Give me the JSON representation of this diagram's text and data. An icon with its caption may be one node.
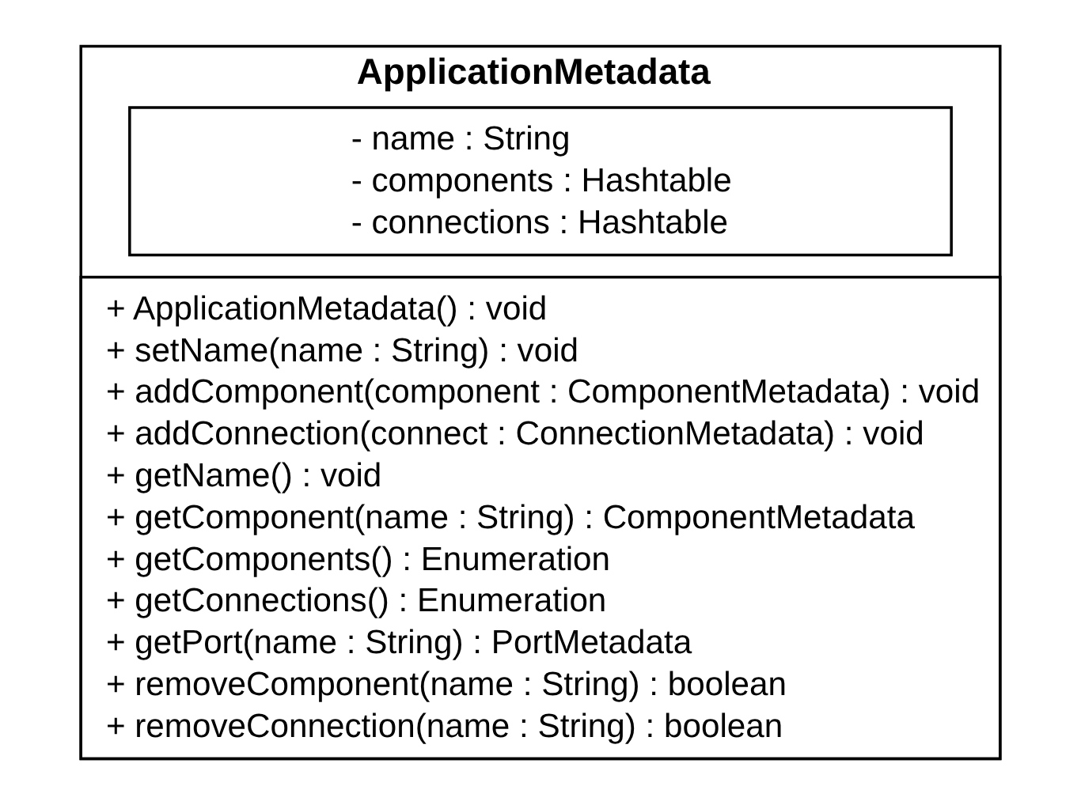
{
  "diagram": {
    "nodes": [
      {
        "text": [
          "ApplicationMetadata"
        ]
      },
      {
        "text": [
          "- name : String",
          "- components : Hashtable",
          "- connections : Hashtable"
        ],
        "in": 0
      },
      {
        "text": [
          "+ ApplicationMetadata() : void",
          "+ setName(name : String) : void",
          "+ addComponent(component : ComponentMetadata) : void",
          "+ addConnection(connect : ConnectionMetadata) : void",
          "+ getName() : void",
          "+ getComponent(name : String) : ComponentMetadata",
          "+ getComponents() : Enumeration",
          "+ getConnections() : Enumeration",
          "+ getPort(name : String) : PortMetadata",
          "+ removeComponent(name : String) : boolean",
          "+ removeConnection(name : String) : boolean"
        ],
        "in": 0
      }
    ],
    "edges": []
  }
}
